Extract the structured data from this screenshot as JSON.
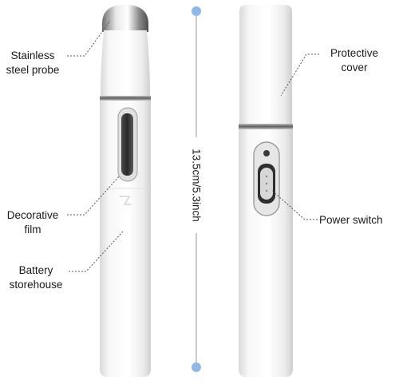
{
  "labels": {
    "probe": [
      "Stainless",
      "steel probe"
    ],
    "film": [
      "Decorative",
      "film"
    ],
    "battery": [
      "Battery",
      "storehouse"
    ],
    "cover": [
      "Protective",
      "cover"
    ],
    "switch": [
      "Power switch"
    ]
  },
  "dimension": "13.5cm/5.3inch",
  "colors": {
    "pen_body": "#f1f1f1",
    "pen_shadow": "#d6d6d6",
    "chrome": "#9a9a9a",
    "dimension_dot": "#8fb8e6",
    "leader_line": "#555555"
  },
  "icons": {
    "probe_tip": "chrome-cap-icon",
    "window": "indicator-window-icon",
    "switch": "slide-switch-icon"
  }
}
